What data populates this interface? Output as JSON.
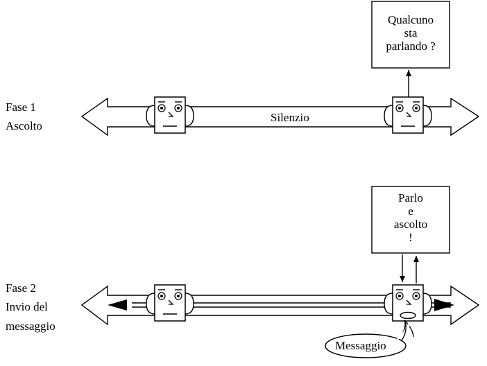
{
  "phase1": {
    "title_line1": "Fase 1",
    "title_line2": "Ascolto",
    "channel_label": "Silenzio",
    "box_text": "Qualcuno\nsta\nparlando ?"
  },
  "phase2": {
    "title_line1": "Fase 2",
    "title_line2": "Invio del",
    "title_line3": "messaggio",
    "box_text": "Parlo\ne\nascolto\n!",
    "bubble_text": "Messaggio"
  },
  "colors": {
    "stroke": "#000000",
    "fill": "#ffffff"
  }
}
